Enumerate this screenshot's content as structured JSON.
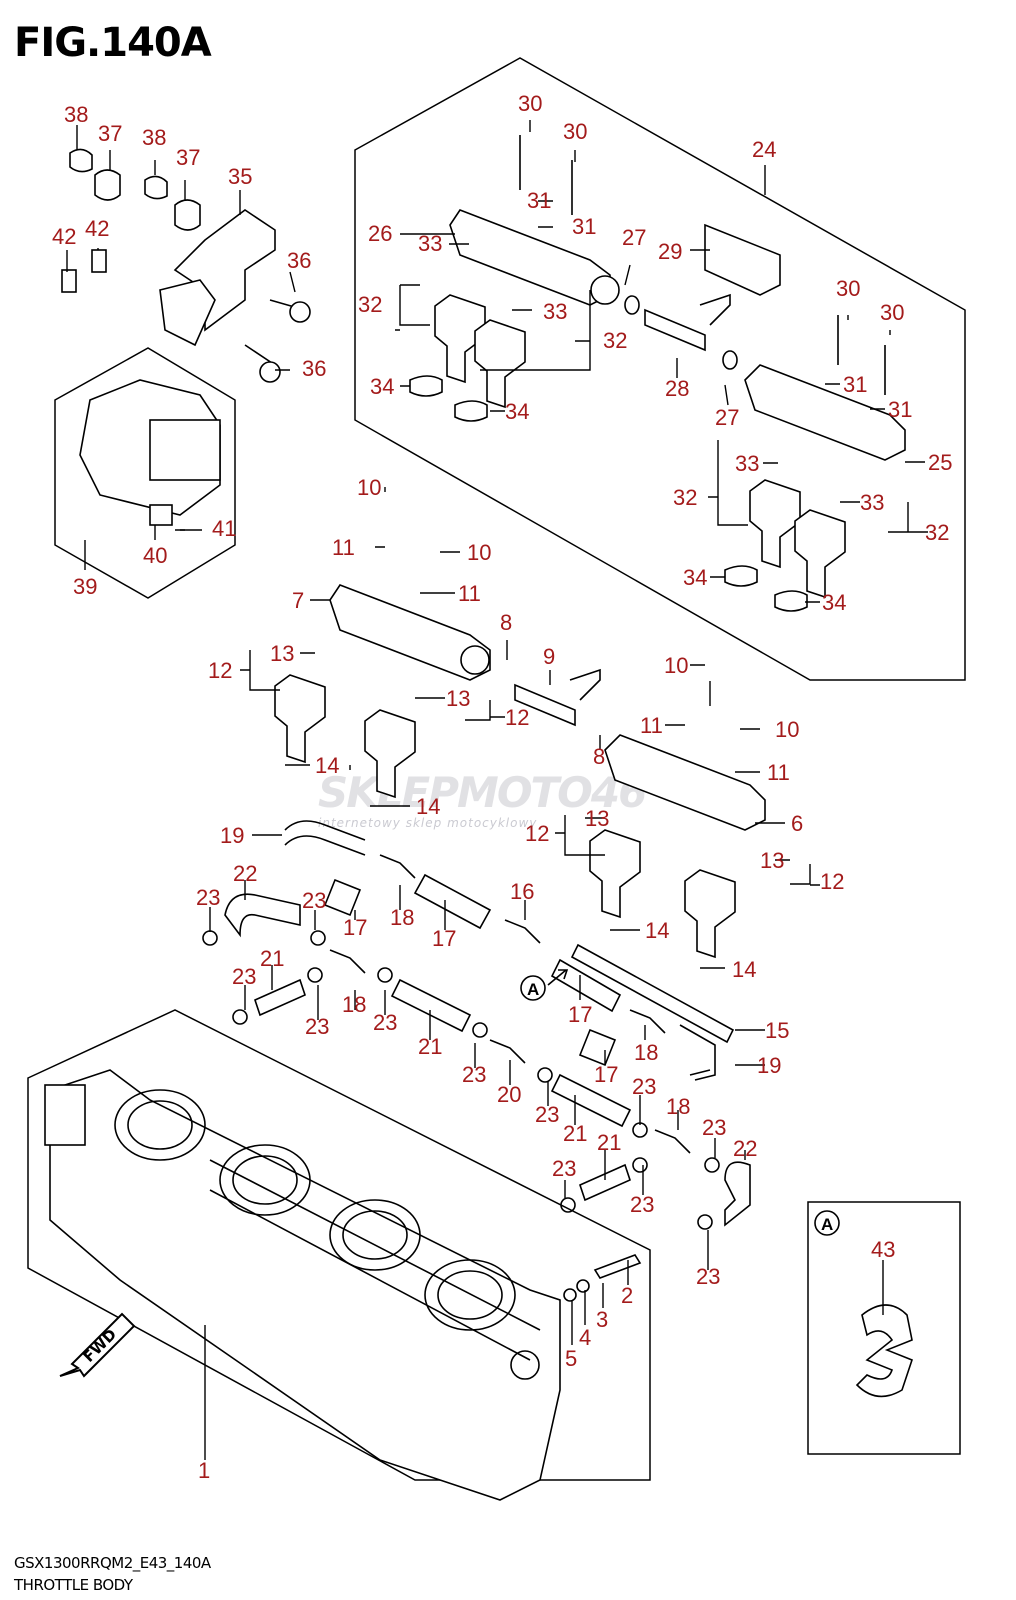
{
  "figure": {
    "title": "FIG.140A",
    "code": "GSX1300RRQM2_E43_140A",
    "name": "THROTTLE BODY",
    "watermark": "SKLEPMOTO46",
    "watermark_sub": "internetowy sklep motocyklowy",
    "fwd_label": "FWD",
    "detail_marker": "A",
    "callout_color": "#a31b1b"
  },
  "callouts": [
    {
      "id": "c38a",
      "label": "38"
    },
    {
      "id": "c37a",
      "label": "37"
    },
    {
      "id": "c38b",
      "label": "38"
    },
    {
      "id": "c37b",
      "label": "37"
    },
    {
      "id": "c35",
      "label": "35"
    },
    {
      "id": "c42a",
      "label": "42"
    },
    {
      "id": "c42b",
      "label": "42"
    },
    {
      "id": "c36a",
      "label": "36"
    },
    {
      "id": "c36b",
      "label": "36"
    },
    {
      "id": "c41",
      "label": "41"
    },
    {
      "id": "c40",
      "label": "40"
    },
    {
      "id": "c39",
      "label": "39"
    },
    {
      "id": "c30a",
      "label": "30"
    },
    {
      "id": "c30b",
      "label": "30"
    },
    {
      "id": "c24",
      "label": "24"
    },
    {
      "id": "c26",
      "label": "26"
    },
    {
      "id": "c31a",
      "label": "31"
    },
    {
      "id": "c31b",
      "label": "31"
    },
    {
      "id": "c33a",
      "label": "33"
    },
    {
      "id": "c27a",
      "label": "27"
    },
    {
      "id": "c29",
      "label": "29"
    },
    {
      "id": "c32a",
      "label": "32"
    },
    {
      "id": "c33b",
      "label": "33"
    },
    {
      "id": "c32b",
      "label": "32"
    },
    {
      "id": "c34a",
      "label": "34"
    },
    {
      "id": "c34b",
      "label": "34"
    },
    {
      "id": "c28",
      "label": "28"
    },
    {
      "id": "c27b",
      "label": "27"
    },
    {
      "id": "c30c",
      "label": "30"
    },
    {
      "id": "c30d",
      "label": "30"
    },
    {
      "id": "c31c",
      "label": "31"
    },
    {
      "id": "c31d",
      "label": "31"
    },
    {
      "id": "c25",
      "label": "25"
    },
    {
      "id": "c33c",
      "label": "33"
    },
    {
      "id": "c32c",
      "label": "32"
    },
    {
      "id": "c33d",
      "label": "33"
    },
    {
      "id": "c32d",
      "label": "32"
    },
    {
      "id": "c34c",
      "label": "34"
    },
    {
      "id": "c34d",
      "label": "34"
    },
    {
      "id": "c10a",
      "label": "10"
    },
    {
      "id": "c11a",
      "label": "11"
    },
    {
      "id": "c10b",
      "label": "10"
    },
    {
      "id": "c7",
      "label": "7"
    },
    {
      "id": "c11b",
      "label": "11"
    },
    {
      "id": "c8a",
      "label": "8"
    },
    {
      "id": "c9",
      "label": "9"
    },
    {
      "id": "c12a",
      "label": "12"
    },
    {
      "id": "c13a",
      "label": "13"
    },
    {
      "id": "c13b",
      "label": "13"
    },
    {
      "id": "c12b",
      "label": "12"
    },
    {
      "id": "c10c",
      "label": "10"
    },
    {
      "id": "c11c",
      "label": "11"
    },
    {
      "id": "c10d",
      "label": "10"
    },
    {
      "id": "c14a",
      "label": "14"
    },
    {
      "id": "c8b",
      "label": "8"
    },
    {
      "id": "c11d",
      "label": "11"
    },
    {
      "id": "c14b",
      "label": "14"
    },
    {
      "id": "c6",
      "label": "6"
    },
    {
      "id": "c12c",
      "label": "12"
    },
    {
      "id": "c13c",
      "label": "13"
    },
    {
      "id": "c13d",
      "label": "13"
    },
    {
      "id": "c12d",
      "label": "12"
    },
    {
      "id": "c14c",
      "label": "14"
    },
    {
      "id": "c14d",
      "label": "14"
    },
    {
      "id": "c19a",
      "label": "19"
    },
    {
      "id": "c22a",
      "label": "22"
    },
    {
      "id": "c23a",
      "label": "23"
    },
    {
      "id": "c23b",
      "label": "23"
    },
    {
      "id": "c17a",
      "label": "17"
    },
    {
      "id": "c18a",
      "label": "18"
    },
    {
      "id": "c17b",
      "label": "17"
    },
    {
      "id": "c16",
      "label": "16"
    },
    {
      "id": "c23c",
      "label": "23"
    },
    {
      "id": "c21a",
      "label": "21"
    },
    {
      "id": "c23d",
      "label": "23"
    },
    {
      "id": "c18b",
      "label": "18"
    },
    {
      "id": "c23e",
      "label": "23"
    },
    {
      "id": "c21b",
      "label": "21"
    },
    {
      "id": "c17c",
      "label": "17"
    },
    {
      "id": "c15",
      "label": "15"
    },
    {
      "id": "c18c",
      "label": "18"
    },
    {
      "id": "c17d",
      "label": "17"
    },
    {
      "id": "c19b",
      "label": "19"
    },
    {
      "id": "c23f",
      "label": "23"
    },
    {
      "id": "c20",
      "label": "20"
    },
    {
      "id": "c23g",
      "label": "23"
    },
    {
      "id": "c23h",
      "label": "23"
    },
    {
      "id": "c21c",
      "label": "21"
    },
    {
      "id": "c18d",
      "label": "18"
    },
    {
      "id": "c23i",
      "label": "23"
    },
    {
      "id": "c22b",
      "label": "22"
    },
    {
      "id": "c21d",
      "label": "21"
    },
    {
      "id": "c23j",
      "label": "23"
    },
    {
      "id": "c23k",
      "label": "23"
    },
    {
      "id": "c23l",
      "label": "23"
    },
    {
      "id": "c2",
      "label": "2"
    },
    {
      "id": "c3",
      "label": "3"
    },
    {
      "id": "c4",
      "label": "4"
    },
    {
      "id": "c5",
      "label": "5"
    },
    {
      "id": "c1",
      "label": "1"
    },
    {
      "id": "c43",
      "label": "43"
    }
  ]
}
